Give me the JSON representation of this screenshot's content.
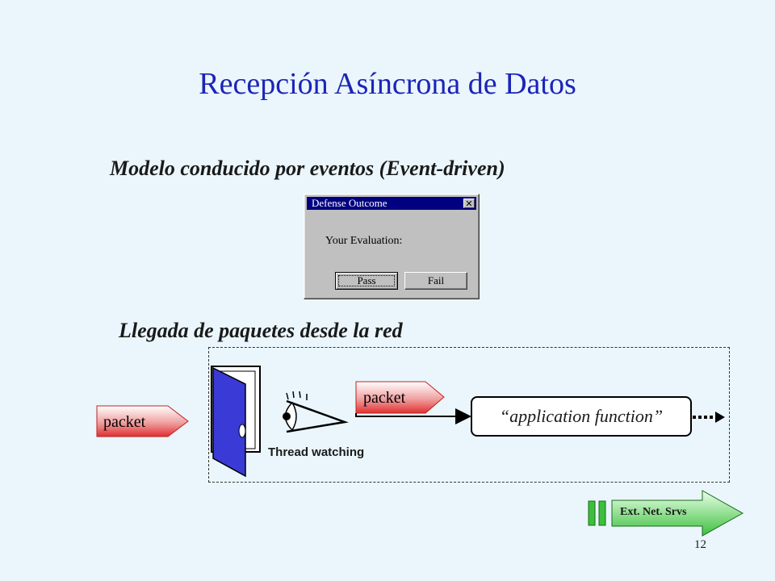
{
  "slide": {
    "title": "Recepción Asíncrona de Datos",
    "subtitle_event": "Modelo conducido por eventos (Event-driven)",
    "subtitle_packets": "Llegada de paquetes desde la red",
    "page_number": "12"
  },
  "dialog": {
    "title": "Defense Outcome",
    "close_glyph": "✕",
    "label": "Your Evaluation:",
    "pass_label": "Pass",
    "fail_label": "Fail"
  },
  "diagram": {
    "packet_incoming": "packet",
    "packet_passed": "packet",
    "thread_label": "Thread watching",
    "function_label": "“application function”"
  },
  "nav": {
    "ext_label": "Ext. Net. Srvs"
  },
  "colors": {
    "background": "#eaf6fc",
    "title": "#1c24b8",
    "door": "#3a3ad6",
    "nav_arrow": "#5ed05e"
  }
}
